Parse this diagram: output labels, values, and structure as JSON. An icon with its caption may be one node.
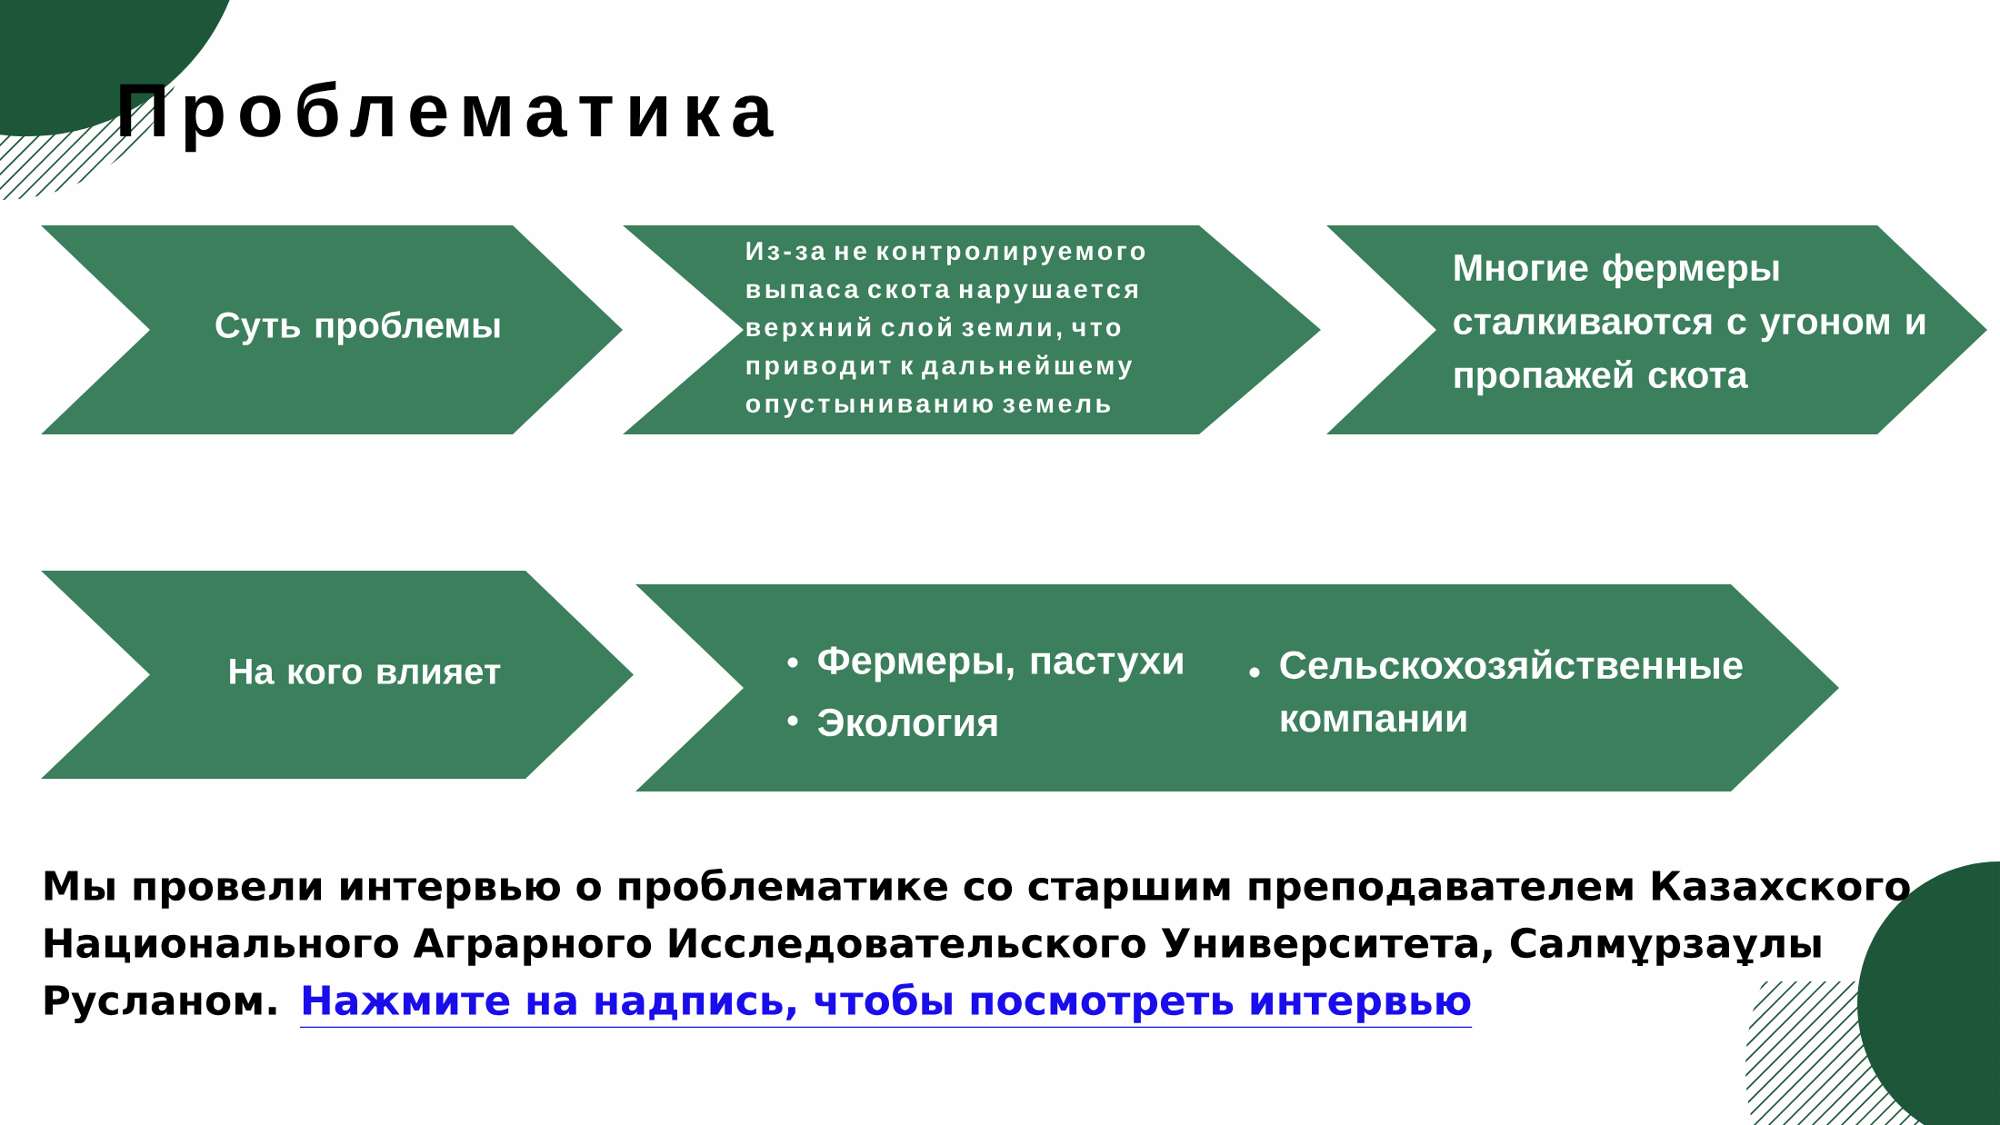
{
  "diagram": {
    "title": "Проблематика",
    "nodes": [
      {
        "text": [
          "Суть проблемы"
        ]
      },
      {
        "text": [
          "Из-за не контролируемого выпаса скота нарушается верхний слой земли, что приводит к дальнейшему опустыниванию земель"
        ]
      },
      {
        "text": [
          "Многие фермеры сталкиваются с угоном и пропажей скота"
        ]
      },
      {
        "text": [
          "На кого влияет"
        ]
      },
      {
        "text": [
          "Фермеры, пастухи",
          "Экология",
          "Сельскохозяйственные компании"
        ]
      }
    ],
    "labels": [
      "Мы провели интервью о проблематике со старшим преподавателем Казахского Национального Аграрного Исследовательского Университета, Салмұрзаұлы Русланом.",
      "Нажмите на надпись, чтобы посмотреть интервью"
    ]
  }
}
